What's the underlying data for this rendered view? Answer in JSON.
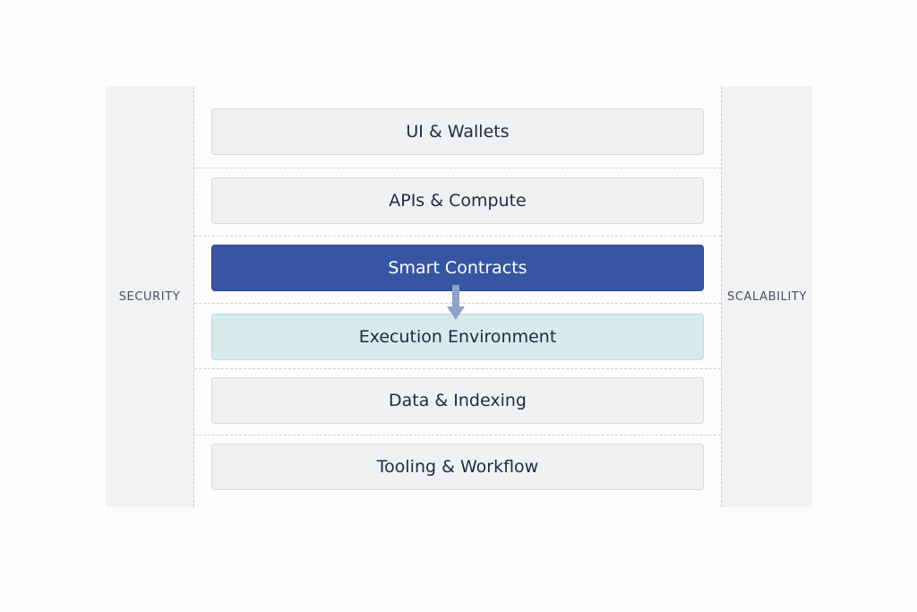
{
  "side_labels": {
    "left": "SECURITY",
    "right": "SCALABILITY"
  },
  "layers": [
    {
      "label": "UI & Wallets"
    },
    {
      "label": "APIs & Compute"
    },
    {
      "label": "Smart Contracts"
    },
    {
      "label": "Execution Environment"
    },
    {
      "label": "Data & Indexing"
    },
    {
      "label": "Tooling & Workflow"
    }
  ],
  "colors": {
    "highlight_layer": "#3655a2",
    "accent_layer": "#d6ebeb",
    "default_layer": "#f0f1f3",
    "arrow": "#8fa2c9",
    "side_column": "#f1f2f4"
  },
  "icons": {
    "flow_arrow": "arrow-down-icon"
  }
}
